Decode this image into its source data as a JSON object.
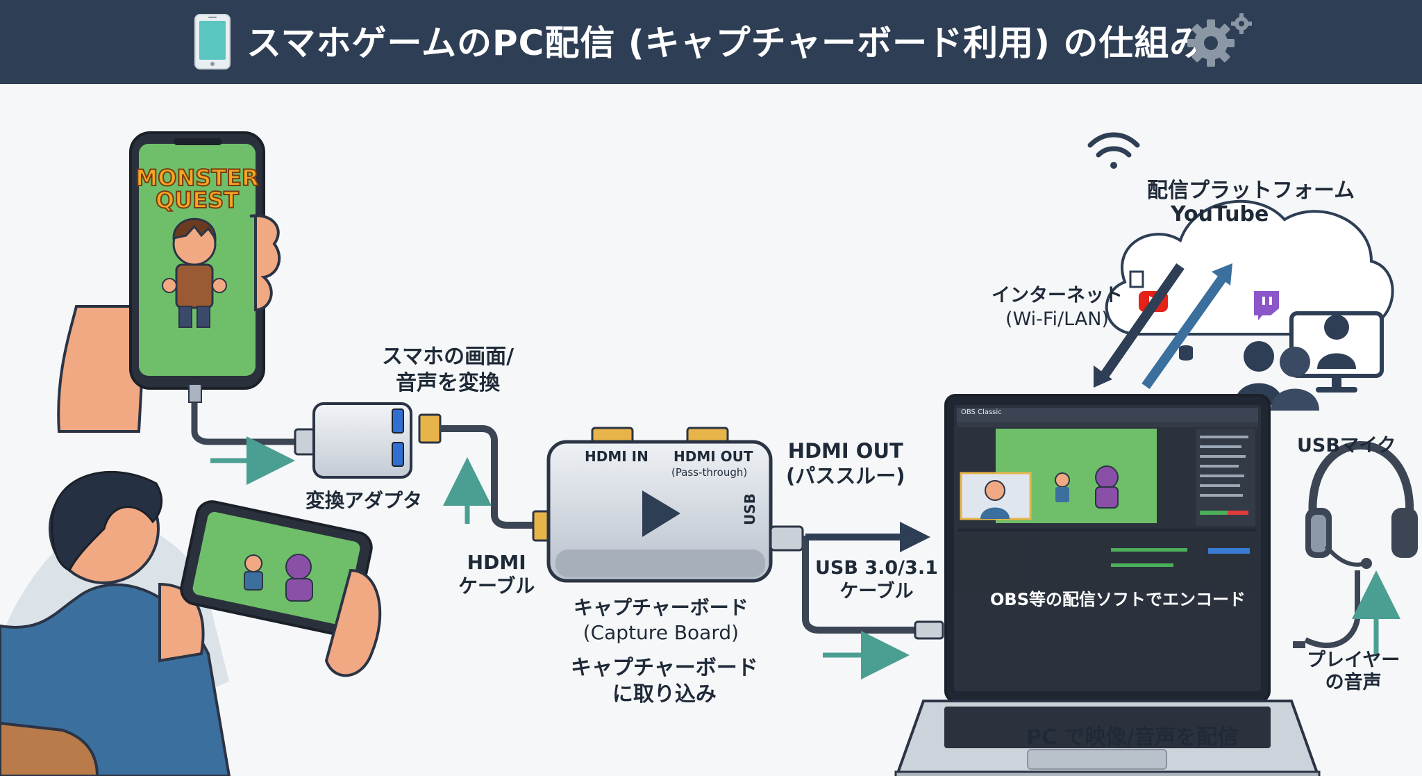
{
  "title": "スマホゲームのPC配信 (キャプチャーボード利用) の仕組み",
  "phone_game_title": [
    "MONSTER",
    "QUEST"
  ],
  "adapter": {
    "label": "変換アダプタ",
    "note": [
      "スマホの画面/",
      "音声を変換"
    ]
  },
  "hdmi_cable": [
    "HDMI",
    "ケーブル"
  ],
  "capture_board": {
    "port_in": "HDMI IN",
    "port_out": "HDMI OUT",
    "port_out_note": "(Pass-through)",
    "usb_port": "USB",
    "name": "キャプチャーボード",
    "name_en": "(Capture Board)",
    "caption": [
      "キャプチャーボード",
      "に取り込み"
    ]
  },
  "hdmi_out": [
    "HDMI OUT",
    "(パススルー)"
  ],
  "usb_cable": [
    "USB 3.0/3.1",
    "ケーブル"
  ],
  "obs": {
    "window_title": "OBS Classic",
    "caption": "OBS等の配信ソフトでエンコード"
  },
  "pc_caption": "PC で映像/音声を配信",
  "cloud": {
    "label": "配信プラットフォーム",
    "youtube": "YouTube"
  },
  "internet": [
    "インターネット",
    "(Wi-Fi/LAN)"
  ],
  "mic": {
    "label": "USBマイク",
    "voice": [
      "プレイヤー",
      "の音声"
    ]
  },
  "colors": {
    "header": "#2e3e55",
    "arrow": "#4a9e92",
    "outline": "#2b3445",
    "screen_green": "#6fbf6a",
    "skin": "#f1a983",
    "shirt": "#3b6f9e",
    "youtube_red": "#e62117",
    "twitch_purple": "#8a56c9"
  }
}
